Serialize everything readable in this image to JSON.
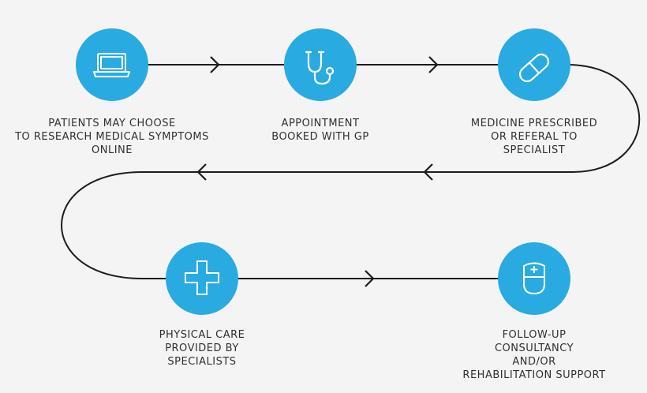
{
  "theme": {
    "circle_color": "#29abe2",
    "line_color": "#1c1c1c",
    "text_color": "#2f3033",
    "background": "#f4f4f5"
  },
  "steps": [
    {
      "icon": "laptop-icon",
      "lines": [
        "PATIENTS MAY CHOOSE",
        "TO RESEARCH MEDICAL SYMPTOMS",
        "ONLINE"
      ]
    },
    {
      "icon": "stethoscope-icon",
      "lines": [
        "APPOINTMENT",
        "BOOKED WITH GP"
      ]
    },
    {
      "icon": "pill-icon",
      "lines": [
        "MEDICINE PRESCRIBED",
        "OR REFERAL TO",
        "SPECIALIST"
      ]
    },
    {
      "icon": "medical-cross-icon",
      "lines": [
        "PHYSICAL CARE",
        "PROVIDED BY",
        "SPECIALISTS"
      ]
    },
    {
      "icon": "shield-cross-icon",
      "lines": [
        "FOLLOW-UP",
        "CONSULTANCY",
        "AND/OR",
        "REHABILITATION SUPPORT"
      ]
    }
  ]
}
